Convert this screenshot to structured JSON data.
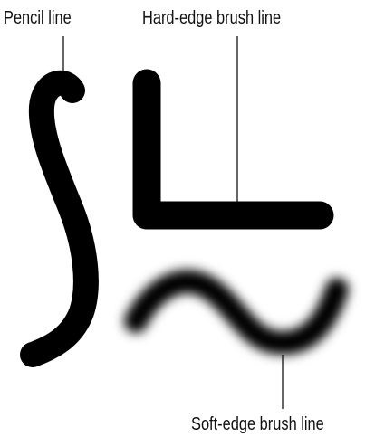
{
  "labels": {
    "pencil": "Pencil line",
    "hard_edge": "Hard-edge brush line",
    "soft_edge": "Soft-edge brush line"
  },
  "colors": {
    "background": "#ffffff",
    "stroke": "#000000",
    "text": "#111111"
  }
}
